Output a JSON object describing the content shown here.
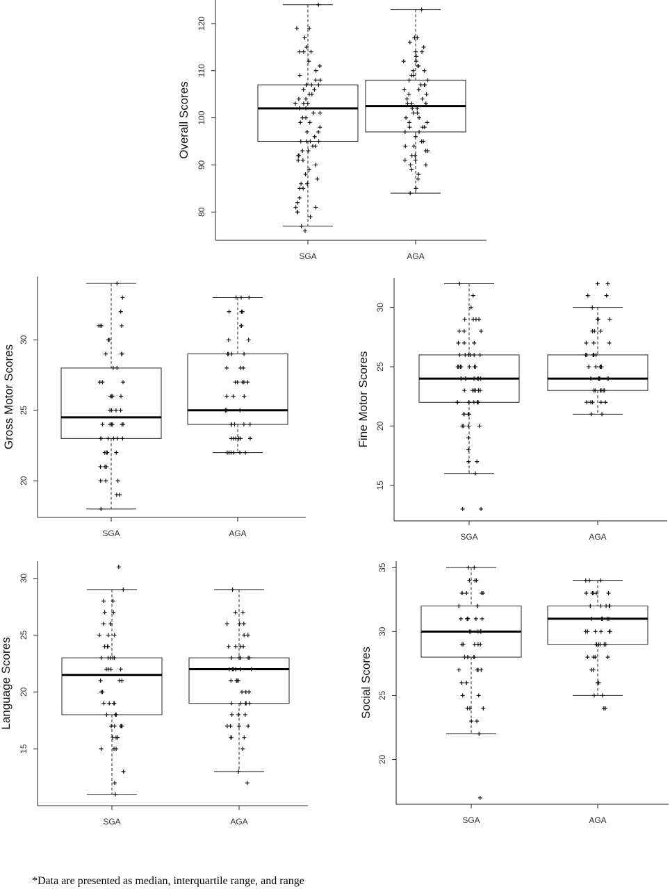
{
  "footnote": "*Data are presented as median, interquartile range, and range",
  "chart_data": [
    {
      "type": "box",
      "ylabel": "Overall Scores",
      "categories": [
        "SGA",
        "AGA"
      ],
      "yticks": [
        80,
        90,
        100,
        110,
        120
      ],
      "ylim": [
        74,
        125
      ],
      "boxes": [
        {
          "name": "SGA",
          "min": 77,
          "q1": 95,
          "median": 102,
          "q3": 107,
          "max": 124
        },
        {
          "name": "AGA",
          "min": 84,
          "q1": 97,
          "median": 102.5,
          "q3": 108,
          "max": 123
        }
      ],
      "points": [
        [
          124,
          119,
          119,
          117,
          115,
          114,
          114,
          114,
          112,
          111,
          110,
          109,
          108,
          108,
          107,
          107,
          107,
          107,
          106,
          106,
          105,
          105,
          104,
          104,
          103,
          103,
          103,
          102,
          102,
          101,
          101,
          100,
          100,
          99,
          99,
          98,
          97,
          97,
          96,
          95,
          95,
          95,
          95,
          94,
          94,
          93,
          93,
          92,
          92,
          91,
          91,
          90,
          89,
          88,
          87,
          86,
          86,
          85,
          85,
          83,
          82,
          81,
          81,
          80,
          80,
          79,
          77,
          76
        ],
        [
          123,
          117,
          117,
          116,
          115,
          114,
          114,
          113,
          112,
          112,
          111,
          111,
          110,
          110,
          109,
          109,
          108,
          108,
          107,
          107,
          107,
          106,
          106,
          105,
          105,
          104,
          104,
          103,
          103,
          103,
          102,
          102,
          101,
          101,
          100,
          100,
          99,
          99,
          98,
          98,
          98,
          97,
          97,
          96,
          95,
          95,
          94,
          94,
          93,
          93,
          92,
          92,
          91,
          91,
          90,
          90,
          89,
          88,
          87,
          85,
          84
        ]
      ],
      "grid": false
    },
    {
      "type": "box",
      "ylabel": "Gross Motor Scores",
      "categories": [
        "SGA",
        "AGA"
      ],
      "yticks": [
        20,
        25,
        30
      ],
      "ylim": [
        17.4,
        34.5
      ],
      "boxes": [
        {
          "name": "SGA",
          "min": 18,
          "q1": 23,
          "median": 24.5,
          "q3": 28,
          "max": 34
        },
        {
          "name": "AGA",
          "min": 22,
          "q1": 24,
          "median": 25,
          "q3": 29,
          "max": 33
        }
      ],
      "points": [
        [
          34,
          33,
          32,
          31,
          31,
          31,
          31,
          30,
          30,
          29,
          29,
          29,
          28,
          28,
          27,
          27,
          27,
          26,
          26,
          26,
          26,
          25,
          25,
          25,
          25,
          24,
          24,
          24,
          24,
          24,
          24,
          23,
          23,
          23,
          23,
          23,
          23,
          22,
          22,
          22,
          22,
          21,
          21,
          21,
          20,
          20,
          20,
          19,
          19,
          18
        ],
        [
          33,
          33,
          33,
          32,
          32,
          32,
          31,
          31,
          30,
          30,
          29,
          29,
          29,
          29,
          28,
          28,
          28,
          27,
          27,
          27,
          27,
          27,
          26,
          26,
          26,
          25,
          25,
          25,
          25,
          24,
          24,
          24,
          24,
          24,
          24,
          23,
          23,
          23,
          23,
          23,
          23,
          22,
          22,
          22,
          22,
          22,
          22
        ]
      ],
      "grid": false
    },
    {
      "type": "box",
      "ylabel": "Fine Motor Scores",
      "categories": [
        "SGA",
        "AGA"
      ],
      "yticks": [
        15,
        20,
        25,
        30
      ],
      "ylim": [
        12,
        32.5
      ],
      "boxes": [
        {
          "name": "SGA",
          "min": 16,
          "q1": 22,
          "median": 24,
          "q3": 26,
          "max": 32
        },
        {
          "name": "AGA",
          "min": 21,
          "q1": 23,
          "median": 24,
          "q3": 26,
          "max": 30
        }
      ],
      "points": [
        [
          32,
          31,
          30,
          29,
          29,
          29,
          29,
          28,
          28,
          28,
          27,
          27,
          27,
          26,
          26,
          26,
          26,
          26,
          26,
          25,
          25,
          25,
          25,
          25,
          25,
          25,
          24,
          24,
          24,
          24,
          24,
          24,
          24,
          24,
          23,
          23,
          23,
          23,
          23,
          23,
          22,
          22,
          22,
          22,
          22,
          22,
          22,
          22,
          21,
          21,
          21,
          21,
          20,
          20,
          20,
          20,
          19,
          18,
          17,
          17,
          16,
          13,
          13
        ],
        [
          32,
          32,
          31,
          31,
          30,
          29,
          29,
          29,
          28,
          28,
          28,
          27,
          27,
          27,
          26,
          26,
          26,
          26,
          26,
          26,
          25,
          25,
          25,
          25,
          25,
          25,
          24,
          24,
          24,
          24,
          24,
          24,
          24,
          23,
          23,
          23,
          23,
          23,
          23,
          22,
          22,
          22,
          22,
          22,
          21,
          21
        ]
      ],
      "grid": false
    },
    {
      "type": "box",
      "ylabel": "Language Scores",
      "categories": [
        "SGA",
        "AGA"
      ],
      "yticks": [
        15,
        20,
        25,
        30
      ],
      "ylim": [
        10,
        31.5
      ],
      "boxes": [
        {
          "name": "SGA",
          "min": 11,
          "q1": 18,
          "median": 21.5,
          "q3": 23,
          "max": 29
        },
        {
          "name": "AGA",
          "min": 13,
          "q1": 19,
          "median": 22,
          "q3": 23,
          "max": 29
        }
      ],
      "points": [
        [
          31,
          29,
          28,
          28,
          27,
          27,
          26,
          26,
          26,
          25,
          25,
          25,
          24,
          24,
          24,
          23,
          23,
          23,
          23,
          23,
          22,
          22,
          22,
          22,
          21,
          21,
          21,
          20,
          20,
          19,
          19,
          19,
          19,
          19,
          18,
          18,
          18,
          18,
          17,
          17,
          17,
          17,
          17,
          16,
          16,
          16,
          16,
          15,
          15,
          15,
          13,
          12,
          11
        ],
        [
          29,
          27,
          27,
          26,
          26,
          26,
          25,
          25,
          24,
          24,
          24,
          24,
          23,
          23,
          23,
          23,
          23,
          22,
          22,
          22,
          22,
          22,
          22,
          21,
          21,
          21,
          21,
          20,
          20,
          20,
          19,
          19,
          19,
          19,
          19,
          18,
          18,
          18,
          17,
          17,
          17,
          17,
          16,
          16,
          16,
          15,
          13,
          12
        ]
      ],
      "grid": false
    },
    {
      "type": "box",
      "ylabel": "Social Scores",
      "categories": [
        "SGA",
        "AGA"
      ],
      "yticks": [
        20,
        25,
        30,
        35
      ],
      "ylim": [
        16.5,
        35.5
      ],
      "boxes": [
        {
          "name": "SGA",
          "min": 22,
          "q1": 28,
          "median": 30,
          "q3": 32,
          "max": 35
        },
        {
          "name": "AGA",
          "min": 25,
          "q1": 29,
          "median": 31,
          "q3": 32,
          "max": 34
        }
      ],
      "points": [
        [
          35,
          35,
          34,
          34,
          34,
          33,
          33,
          33,
          33,
          33,
          32,
          32,
          32,
          31,
          31,
          31,
          31,
          31,
          31,
          30,
          30,
          30,
          30,
          30,
          29,
          29,
          29,
          29,
          29,
          28,
          28,
          28,
          28,
          28,
          27,
          27,
          27,
          27,
          26,
          26,
          25,
          25,
          24,
          24,
          24,
          23,
          23,
          22,
          17
        ],
        [
          34,
          34,
          34,
          33,
          33,
          33,
          33,
          33,
          32,
          32,
          32,
          32,
          32,
          31,
          31,
          31,
          31,
          31,
          31,
          31,
          30,
          30,
          30,
          30,
          30,
          30,
          29,
          29,
          29,
          29,
          29,
          29,
          28,
          28,
          28,
          28,
          27,
          27,
          26,
          26,
          25,
          25,
          24,
          24
        ]
      ],
      "grid": false
    }
  ]
}
